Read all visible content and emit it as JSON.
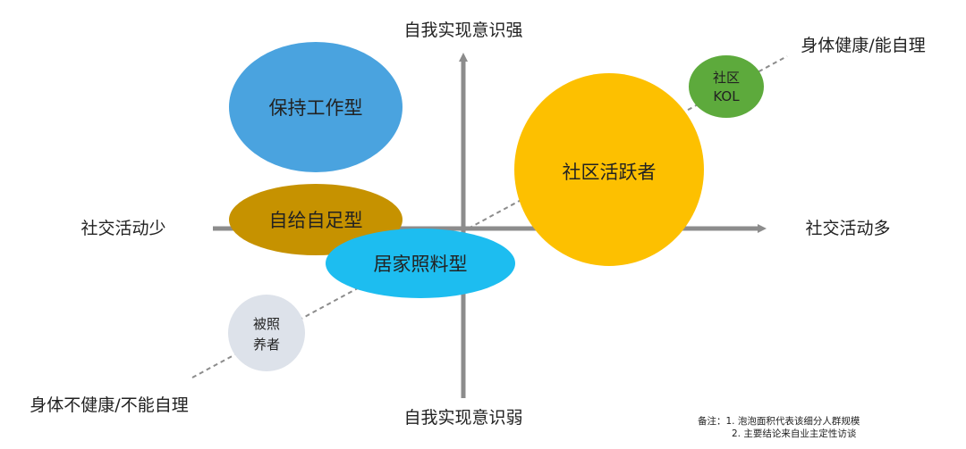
{
  "axes": {
    "top": "自我实现意识强",
    "bottom": "自我实现意识弱",
    "left": "社交活动少",
    "right": "社交活动多",
    "diag_top": "身体健康/能自理",
    "diag_bottom": "身体不健康/不能自理"
  },
  "bubbles": {
    "keep_working": {
      "label": "保持工作型",
      "color": "#4aa3df"
    },
    "self_sufficient": {
      "label": "自给自足型",
      "color": "#c69200"
    },
    "home_care": {
      "label": "居家照料型",
      "color": "#1dbdf0"
    },
    "active": {
      "label": "社区活跃者",
      "color": "#fdc000"
    },
    "kol": {
      "line1": "社区",
      "line2": "KOL",
      "color": "#5daa3c"
    },
    "cared": {
      "line1": "被照",
      "line2": "养者",
      "color": "#dde2ea"
    }
  },
  "note": {
    "line1": "备注：1. 泡泡面积代表该细分人群规模",
    "line2": "2. 主要结论来自业主定性访谈"
  },
  "colors": {
    "axis": "#8c8c8c",
    "diagonal": "#8c8c8c"
  }
}
